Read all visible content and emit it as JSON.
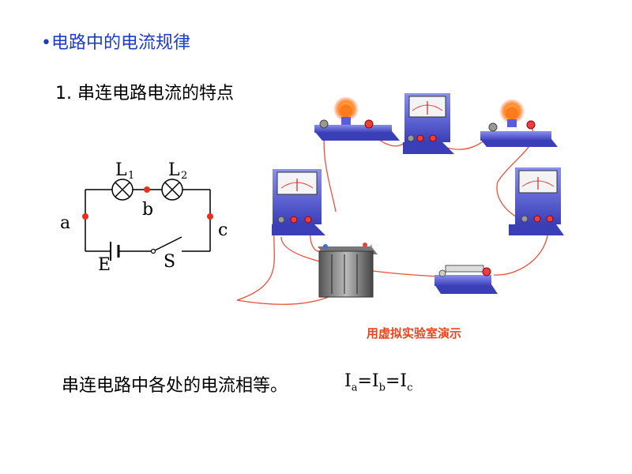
{
  "slide": {
    "title": "•电路中的电流规律",
    "subtitle": "1. 串连电路电流的特点",
    "caption": "用虚拟实验室演示",
    "conclusion": "串连电路中各处的电流相等。",
    "formula": {
      "I": "I",
      "eq": "=",
      "a": "a",
      "b": "b",
      "c": "c"
    }
  },
  "circuit": {
    "lamp1_label": "L",
    "lamp1_sub": "1",
    "lamp2_label": "L",
    "lamp2_sub": "2",
    "point_a": "a",
    "point_b": "b",
    "point_c": "c",
    "battery_label": "E",
    "switch_label": "S"
  },
  "colors": {
    "title": "#1a3cc8",
    "caption": "#e8451c",
    "point": "#e8301c",
    "wire": "#e8503a",
    "base": "#4a4fd0"
  }
}
